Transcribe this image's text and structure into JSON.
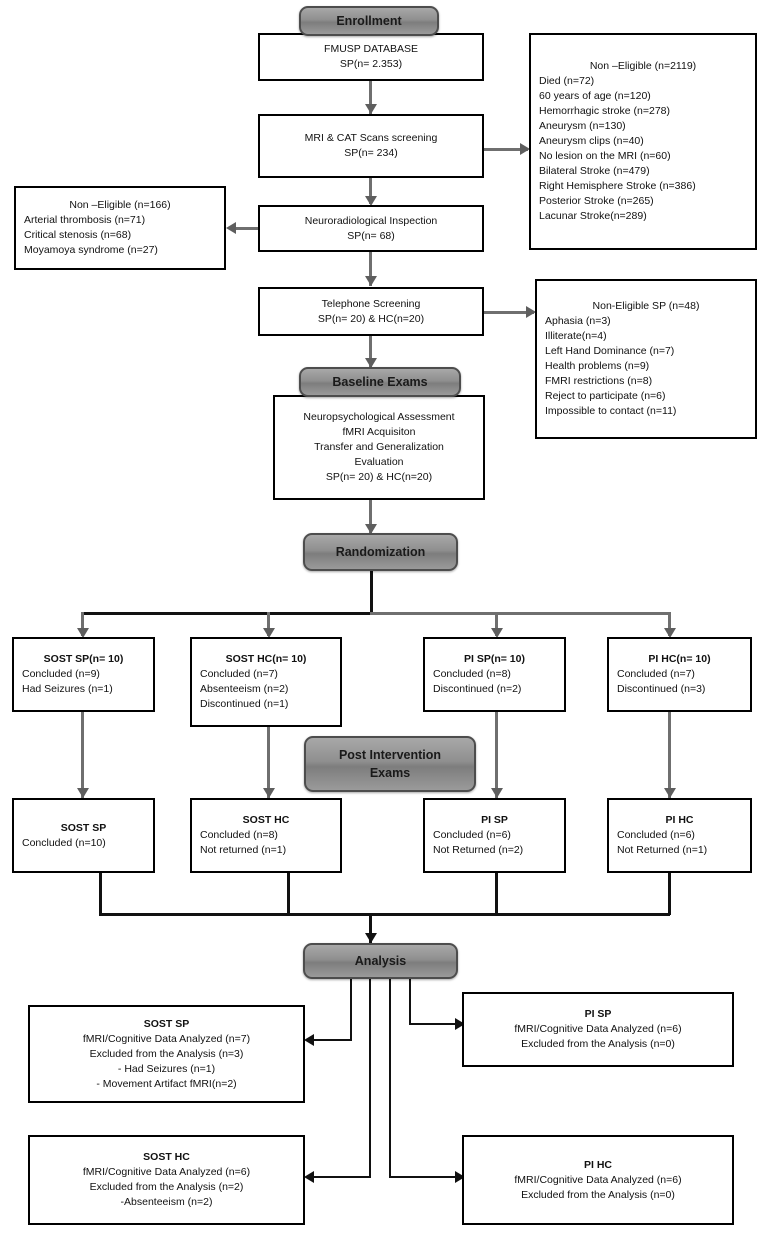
{
  "diagram": {
    "title": "Study flow diagram",
    "stage_labels": {
      "enrollment": "Enrollment",
      "baseline": "Baseline Exams",
      "randomization": "Randomization",
      "post_intervention": "Post Intervention\nExams",
      "post_intervention_line1": "Post Intervention",
      "post_intervention_line2": "Exams",
      "analysis": "Analysis"
    },
    "boxes": {
      "database": {
        "lines": [
          "FMUSP DATABASE",
          "SP(n= 2.353)"
        ]
      },
      "mri_screening": {
        "lines": [
          "MRI & CAT Scans screening",
          "SP(n= 234)"
        ]
      },
      "neuroradiological": {
        "lines": [
          "Neuroradiological Inspection",
          "SP(n= 68)"
        ]
      },
      "telephone": {
        "lines": [
          "Telephone  Screening",
          "SP(n= 20) & HC(n=20)"
        ]
      },
      "baseline_exams": {
        "lines": [
          "Neuropsychological Assessment",
          "fMRI Acquisiton",
          "Transfer and Generalization",
          "Evaluation",
          "SP(n= 20) & HC(n=20)"
        ]
      },
      "non_eligible_2119": {
        "header": "Non –Eligible (n=2119)",
        "lines": [
          "Died (n=72)",
          "60 years of age (n=120)",
          "Hemorrhagic stroke (n=278)",
          "Aneurysm (n=130)",
          "Aneurysm clips (n=40)",
          "No lesion on the MRI (n=60)",
          "Bilateral Stroke (n=479)",
          "Right Hemisphere Stroke (n=386)",
          "Posterior Stroke (n=265)",
          "Lacunar Stroke(n=289)"
        ]
      },
      "non_eligible_166": {
        "header": "Non –Eligible (n=166)",
        "lines": [
          "Arterial thrombosis (n=71)",
          "Critical stenosis (n=68)",
          "Moyamoya syndrome (n=27)"
        ]
      },
      "non_eligible_48": {
        "header": "Non-Eligible SP (n=48)",
        "lines": [
          "Aphasia (n=3)",
          "Illiterate(n=4)",
          "Left Hand Dominance (n=7)",
          "Health problems (n=9)",
          "FMRI restrictions (n=8)",
          " Reject to participate (n=6)",
          "Impossible to contact (n=11)"
        ]
      },
      "alloc_sost_sp": {
        "header": "SOST SP(n= 10)",
        "lines": [
          "Concluded (n=9)",
          "Had Seizures (n=1)"
        ]
      },
      "alloc_sost_hc": {
        "header": "SOST HC(n= 10)",
        "lines": [
          "Concluded (n=7)",
          "Absenteeism (n=2)",
          "Discontinued (n=1)"
        ]
      },
      "alloc_pi_sp": {
        "header": "PI SP(n= 10)",
        "lines": [
          "Concluded (n=8)",
          "Discontinued (n=2)"
        ]
      },
      "alloc_pi_hc": {
        "header": "PI HC(n= 10)",
        "lines": [
          "Concluded (n=7)",
          "Discontinued (n=3)"
        ]
      },
      "post_sost_sp": {
        "header": "SOST SP",
        "lines": [
          "Concluded (n=10)"
        ]
      },
      "post_sost_hc": {
        "header": "SOST HC",
        "lines": [
          "Concluded (n=8)",
          "Not returned (n=1)"
        ]
      },
      "post_pi_sp": {
        "header": "PI SP",
        "lines": [
          "Concluded (n=6)",
          "Not Returned (n=2)"
        ]
      },
      "post_pi_hc": {
        "header": "PI HC",
        "lines": [
          "Concluded (n=6)",
          "Not Returned (n=1)"
        ]
      },
      "analysis_sost_sp": {
        "header": "SOST SP",
        "lines": [
          "fMRI/Cognitive Data Analyzed (n=7)",
          "Excluded from the Analysis (n=3)",
          "- Had Seizures (n=1)",
          "- Movement Artifact fMRI(n=2)"
        ]
      },
      "analysis_pi_sp": {
        "header": "PI SP",
        "lines": [
          "fMRI/Cognitive Data Analyzed (n=6)",
          "Excluded from the Analysis (n=0)"
        ]
      },
      "analysis_sost_hc": {
        "header": "SOST HC",
        "lines": [
          "fMRI/Cognitive Data Analyzed (n=6)",
          "Excluded from the Analysis (n=2)",
          "-Absenteeism (n=2)"
        ]
      },
      "analysis_pi_hc": {
        "header": "PI HC",
        "lines": [
          "fMRI/Cognitive Data Analyzed (n=6)",
          "Excluded from the Analysis (n=0)"
        ]
      }
    },
    "colors": {
      "stage_pill_fill": "#8f8f8f",
      "stage_pill_border": "#4d4d4d",
      "box_border": "#000000",
      "connector": "#6f6f6f",
      "connector_dark": "#111111",
      "text": "#111111",
      "background": "#ffffff"
    }
  }
}
